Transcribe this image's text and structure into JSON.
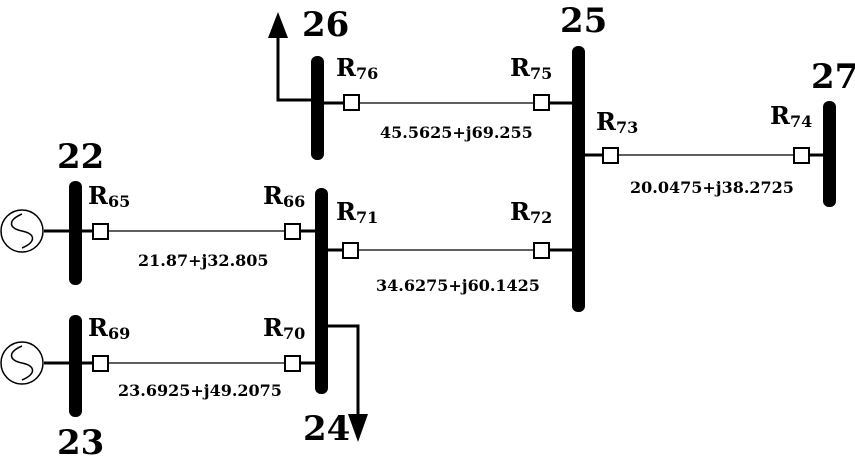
{
  "buses": {
    "b22": "22",
    "b23": "23",
    "b24": "24",
    "b25": "25",
    "b26": "26",
    "b27": "27"
  },
  "relays": {
    "r65": {
      "letter": "R",
      "sub": "65"
    },
    "r66": {
      "letter": "R",
      "sub": "66"
    },
    "r69": {
      "letter": "R",
      "sub": "69"
    },
    "r70": {
      "letter": "R",
      "sub": "70"
    },
    "r71": {
      "letter": "R",
      "sub": "71"
    },
    "r72": {
      "letter": "R",
      "sub": "72"
    },
    "r73": {
      "letter": "R",
      "sub": "73"
    },
    "r74": {
      "letter": "R",
      "sub": "74"
    },
    "r75": {
      "letter": "R",
      "sub": "75"
    },
    "r76": {
      "letter": "R",
      "sub": "76"
    }
  },
  "impedances": {
    "l22_24": "21.87+j32.805",
    "l23_24": "23.6925+j49.2075",
    "l24_25": "34.6275+j60.1425",
    "l26_25": "45.5625+j69.255",
    "l25_27": "20.0475+j38.2725"
  }
}
